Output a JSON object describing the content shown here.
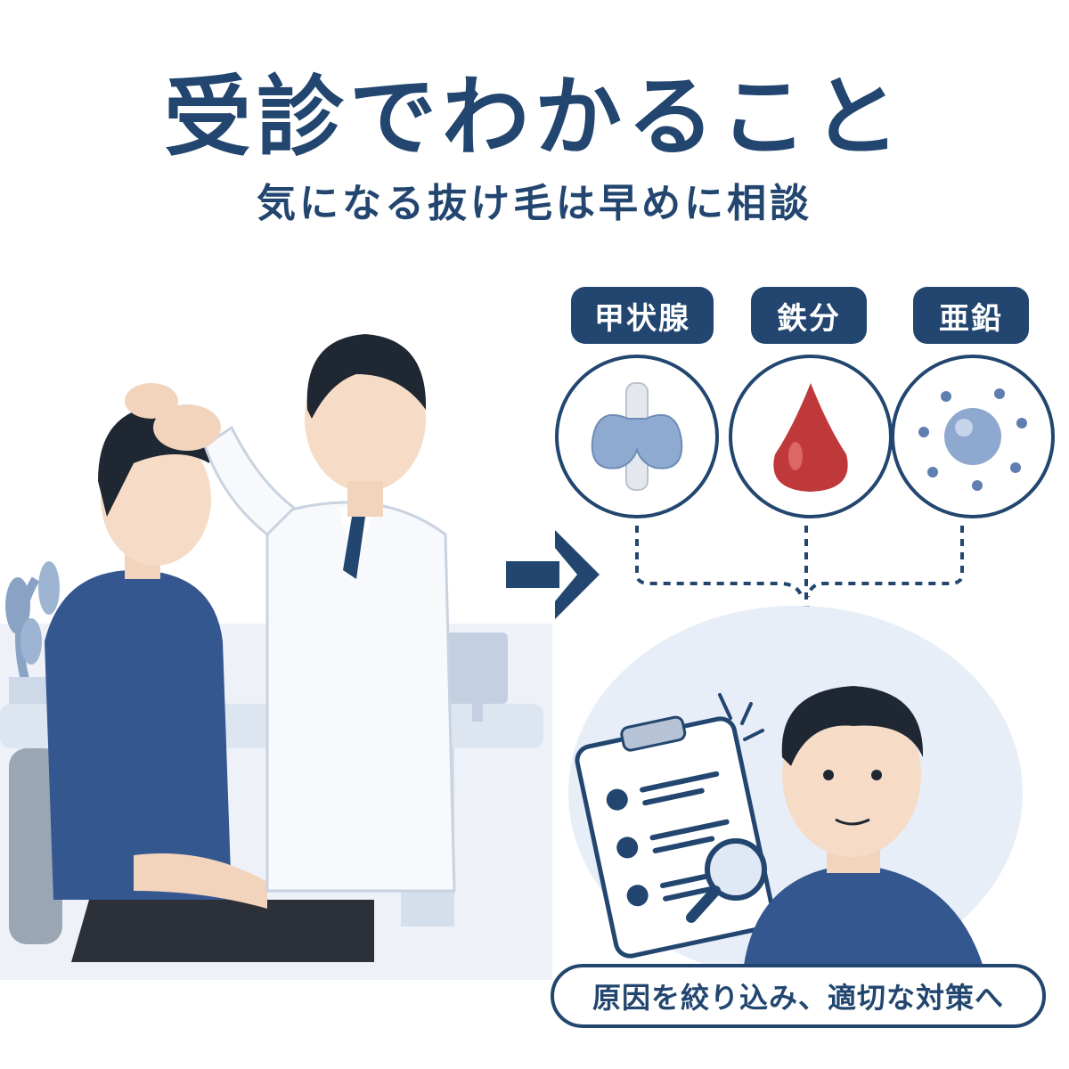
{
  "header": {
    "title": "受診でわかること",
    "subtitle": "気になる抜け毛は早めに相談"
  },
  "checks": [
    {
      "label": "甲状腺",
      "icon": "thyroid-icon"
    },
    {
      "label": "鉄分",
      "icon": "blood-drop-icon"
    },
    {
      "label": "亜鉛",
      "icon": "zinc-molecule-icon"
    }
  ],
  "result": {
    "caption": "原因を絞り込み、適切な対策へ"
  },
  "colors": {
    "navy": "#22466f",
    "sweater": "#35578f",
    "light_bg": "#e7eef8",
    "blood": "#c0393a"
  }
}
